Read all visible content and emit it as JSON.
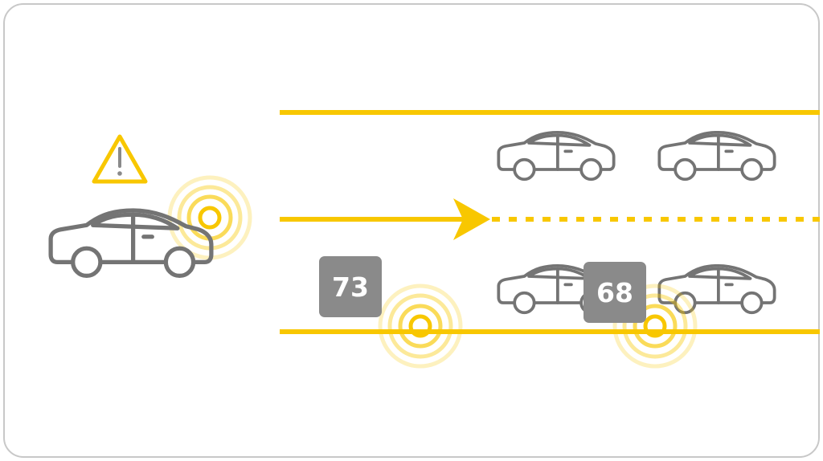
{
  "colors": {
    "accent": "#f8c700",
    "vehicle_stroke": "#747474",
    "badge_bg": "#8a8a8a",
    "badge_text": "#ffffff",
    "frame": "#c8c8c8",
    "background": "#ffffff"
  },
  "ego_vehicle": {
    "icon": "car-icon",
    "warning_icon": "warning-triangle-icon",
    "sensor_icon": "sensor-signal-icon"
  },
  "speed_badges": [
    {
      "value": "73"
    },
    {
      "value": "68"
    }
  ],
  "road": {
    "direction_icon": "arrow-right-icon",
    "lanes": 2
  },
  "traffic_vehicles": {
    "count": 4,
    "icon": "car-icon"
  }
}
